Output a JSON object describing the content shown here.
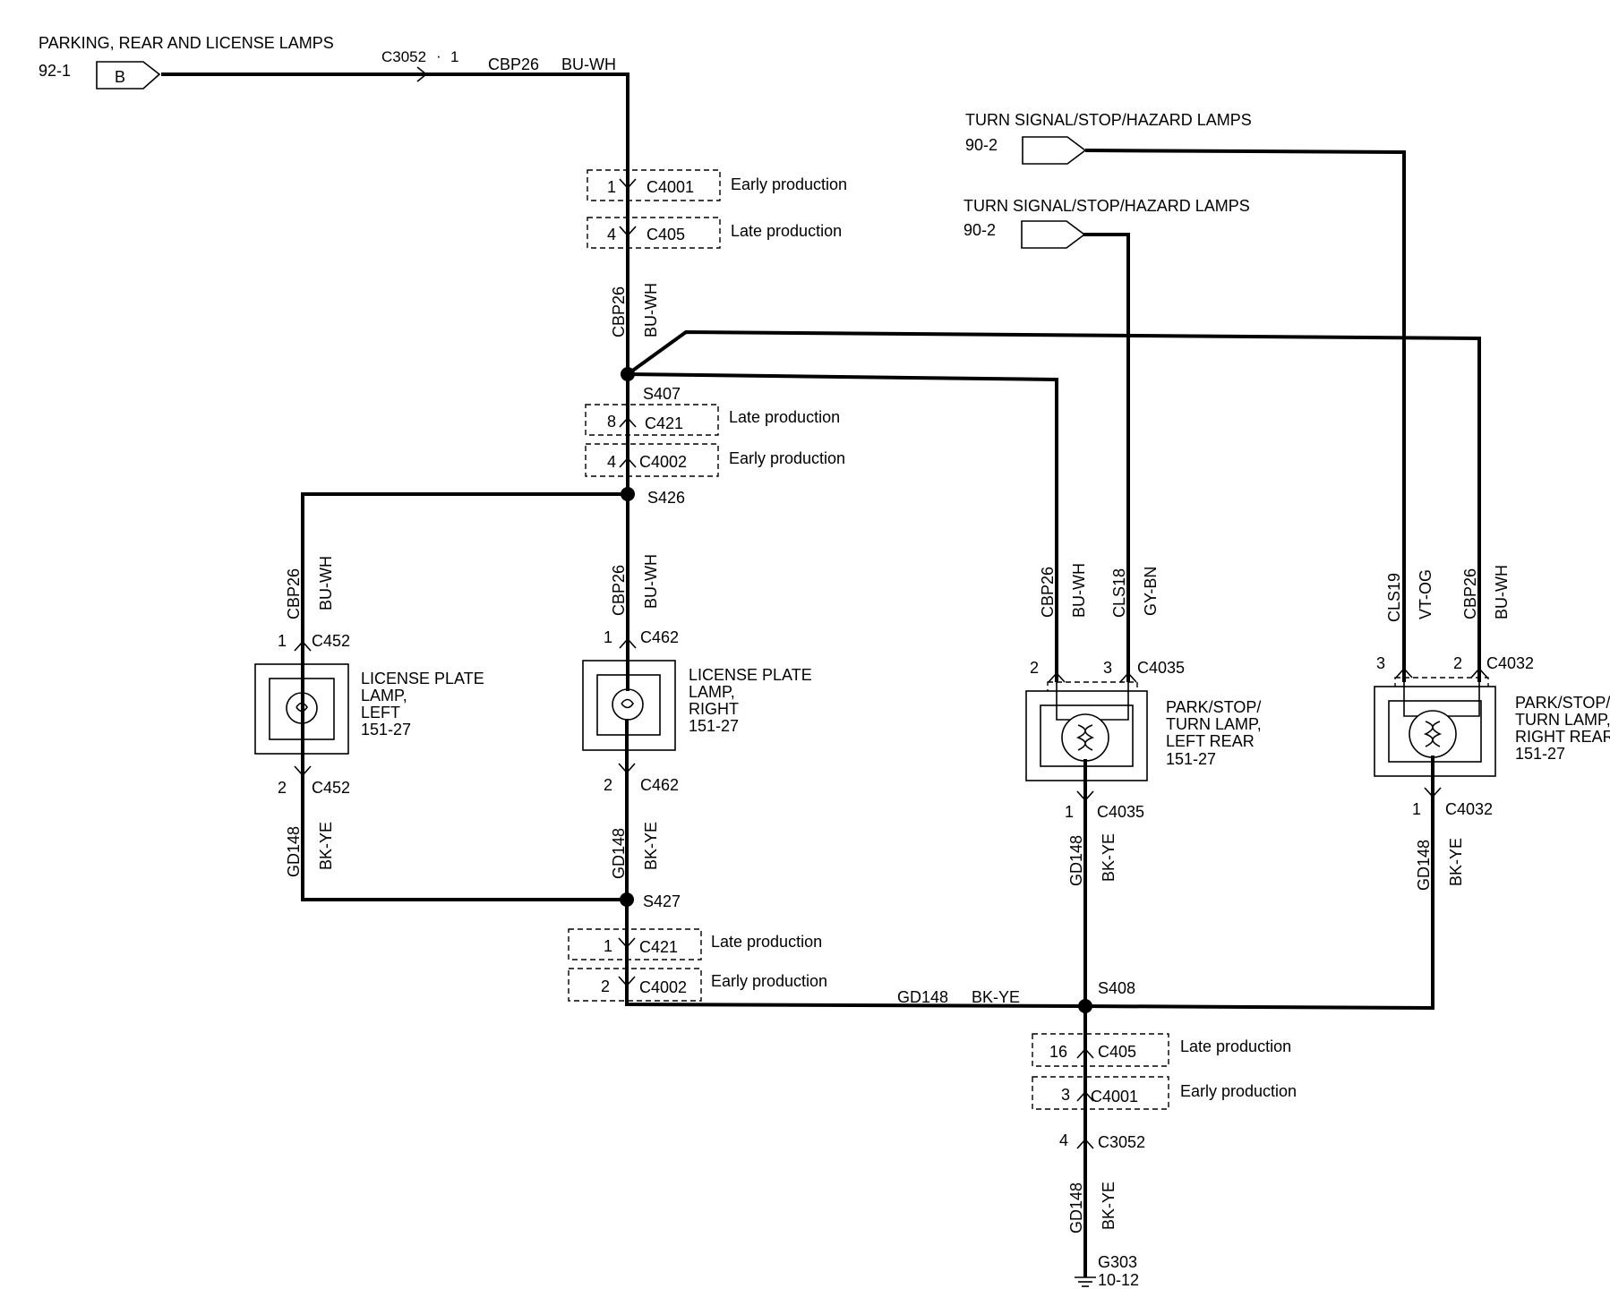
{
  "connections": {
    "parking_lamps": {
      "title": "PARKING, REAR AND LICENSE LAMPS",
      "page": "92-1",
      "pin": "B"
    },
    "turn_lamps_1": {
      "title": "TURN SIGNAL/STOP/HAZARD LAMPS",
      "page": "90-2"
    },
    "turn_lamps_2": {
      "title": "TURN SIGNAL/STOP/HAZARD LAMPS",
      "page": "90-2"
    }
  },
  "connectors": {
    "c3052_top": {
      "name": "C3052",
      "pin": "1"
    },
    "c4001_top": {
      "name": "C4001",
      "pin": "1",
      "note": "Early production"
    },
    "c405_top": {
      "name": "C405",
      "pin": "4",
      "note": "Late production"
    },
    "c421_top": {
      "name": "C421",
      "pin": "8",
      "note": "Late production"
    },
    "c4002_top": {
      "name": "C4002",
      "pin": "4",
      "note": "Early production"
    },
    "c452_top": {
      "name": "C452",
      "pin": "1"
    },
    "c452_bot": {
      "name": "C452",
      "pin": "2"
    },
    "c462_top": {
      "name": "C462",
      "pin": "1"
    },
    "c462_bot": {
      "name": "C462",
      "pin": "2"
    },
    "c4035_top": {
      "name": "C4035",
      "pin_a": "2",
      "pin_b": "3"
    },
    "c4035_bot": {
      "name": "C4035",
      "pin": "1"
    },
    "c4032_top": {
      "name": "C4032",
      "pin_a": "3",
      "pin_b": "2"
    },
    "c4032_bot": {
      "name": "C4032",
      "pin": "1"
    },
    "c421_bot": {
      "name": "C421",
      "pin": "1",
      "note": "Late production"
    },
    "c4002_bot": {
      "name": "C4002",
      "pin": "2",
      "note": "Early production"
    },
    "c405_bot": {
      "name": "C405",
      "pin": "16",
      "note": "Late production"
    },
    "c4001_bot": {
      "name": "C4001",
      "pin": "3",
      "note": "Early production"
    },
    "c3052_bot": {
      "name": "C3052",
      "pin": "4"
    }
  },
  "splices": {
    "s407": "S407",
    "s426": "S426",
    "s427": "S427",
    "s408": "S408"
  },
  "ground": {
    "name": "G303",
    "page": "10-12"
  },
  "wires": {
    "cbp26": {
      "circuit": "CBP26",
      "color": "BU-WH"
    },
    "gd148": {
      "circuit": "GD148",
      "color": "BK-YE"
    },
    "cls18": {
      "circuit": "CLS18",
      "color": "GY-BN"
    },
    "cls19": {
      "circuit": "CLS19",
      "color": "VT-OG"
    }
  },
  "components": {
    "license_left": {
      "lines": [
        "LICENSE PLATE",
        "LAMP,",
        "LEFT",
        "151-27"
      ]
    },
    "license_right": {
      "lines": [
        "LICENSE PLATE",
        "LAMP,",
        "RIGHT",
        "151-27"
      ]
    },
    "park_left": {
      "lines": [
        "PARK/STOP/",
        "TURN LAMP,",
        "LEFT REAR",
        "151-27"
      ]
    },
    "park_right": {
      "lines": [
        "PARK/STOP/",
        "TURN LAMP,",
        "RIGHT REAR",
        "151-27"
      ]
    }
  }
}
